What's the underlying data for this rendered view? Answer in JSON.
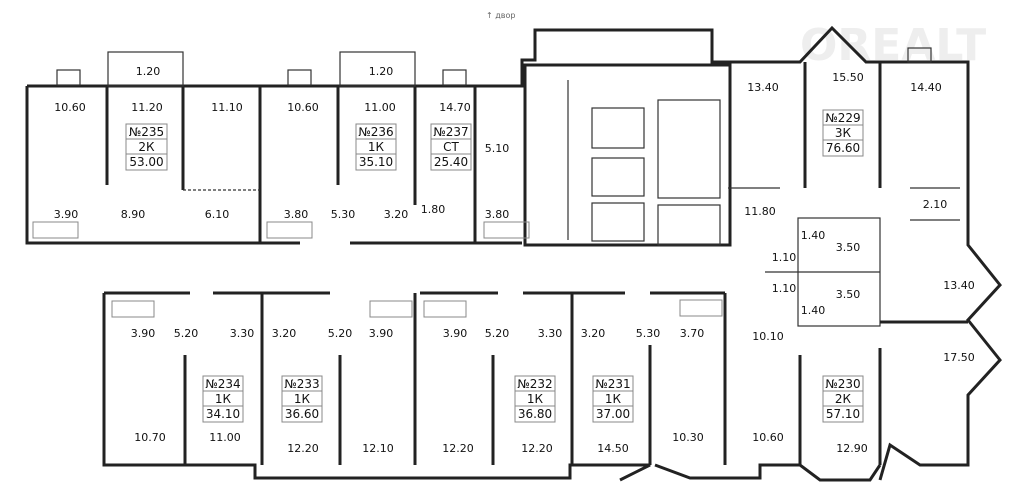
{
  "direction_label": "↑ двор",
  "watermark": "OREALT",
  "apartments": [
    {
      "number": "№235",
      "type": "2К",
      "area": "53.00"
    },
    {
      "number": "№236",
      "type": "1К",
      "area": "35.10"
    },
    {
      "number": "№237",
      "type": "СТ",
      "area": "25.40"
    },
    {
      "number": "№229",
      "type": "3К",
      "area": "76.60"
    },
    {
      "number": "№234",
      "type": "1К",
      "area": "34.10"
    },
    {
      "number": "№233",
      "type": "1К",
      "area": "36.60"
    },
    {
      "number": "№232",
      "type": "1К",
      "area": "36.80"
    },
    {
      "number": "№231",
      "type": "1К",
      "area": "37.00"
    },
    {
      "number": "№230",
      "type": "2К",
      "area": "57.10"
    }
  ],
  "room_areas_top": [
    "1.20",
    "1.20",
    "10.60",
    "11.20",
    "11.10",
    "10.60",
    "11.00",
    "14.70",
    "5.10",
    "3.90",
    "8.90",
    "6.10",
    "3.80",
    "5.30",
    "3.20",
    "1.80",
    "3.80"
  ],
  "room_areas_right": [
    "13.40",
    "15.50",
    "14.40",
    "11.80",
    "2.10",
    "1.40",
    "3.50",
    "1.10",
    "1.10",
    "3.50",
    "1.40",
    "13.40",
    "17.50"
  ],
  "room_areas_bottom": [
    "3.90",
    "5.20",
    "3.30",
    "3.20",
    "5.20",
    "3.90",
    "3.90",
    "5.20",
    "10.70",
    "11.00",
    "12.20",
    "12.10",
    "12.20",
    "3.30",
    "3.20",
    "5.30",
    "3.70",
    "10.10",
    "12.20",
    "14.50",
    "10.30",
    "10.60",
    "12.90"
  ]
}
